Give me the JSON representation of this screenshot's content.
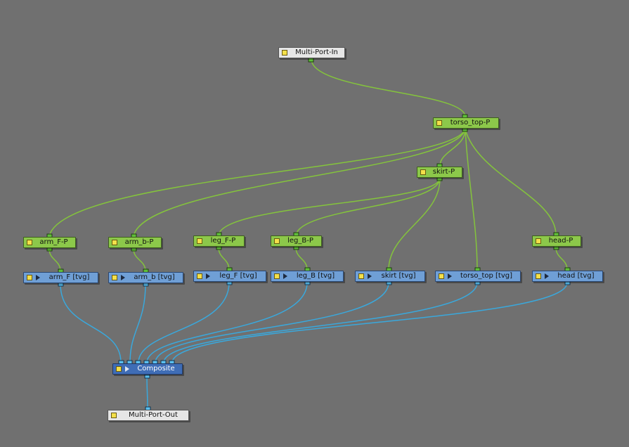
{
  "graph": {
    "multi_port_in": "Multi-Port-In",
    "multi_port_out": "Multi-Port-Out",
    "composite": "Composite",
    "pegs": {
      "torso_top": "torso_top-P",
      "skirt": "skirt-P",
      "arm_f": "arm_F-P",
      "arm_b": "arm_b-P",
      "leg_f": "leg_F-P",
      "leg_b": "leg_B-P",
      "head": "head-P"
    },
    "drawings": {
      "arm_f": "arm_F  [tvg]",
      "arm_b": "arm_b  [tvg]",
      "leg_f": "leg_F  [tvg]",
      "leg_b": "leg_B  [tvg]",
      "skirt": "skirt  [tvg]",
      "torso_top": "torso_top  [tvg]",
      "head": "head  [tvg]"
    }
  },
  "colors": {
    "background": "#707070",
    "peg_node": "#8cc84a",
    "drawing_node": "#6f9fd6",
    "composite_node": "#3f6db6",
    "port_node": "#e6e6e6",
    "peg_wire": "#84c43c",
    "image_wire": "#3aa8dc",
    "enable_square": "#f4e04a"
  }
}
